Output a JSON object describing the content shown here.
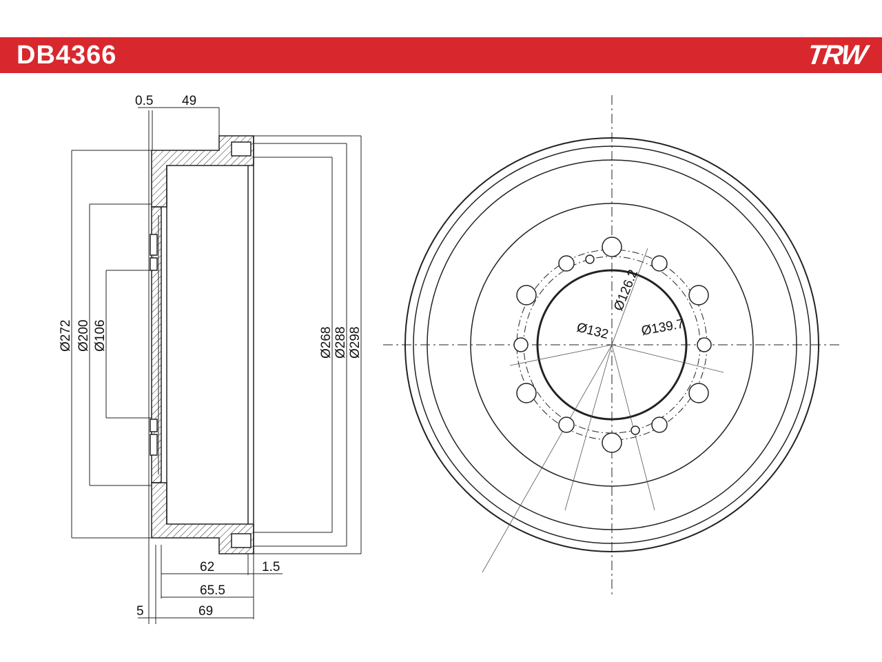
{
  "header": {
    "part_number": "DB4366",
    "brand": "TRW",
    "background_color": "#d9272e",
    "text_color": "#ffffff"
  },
  "side_view": {
    "dimensions": {
      "offset_top_a": "0.5",
      "depth_top": "49",
      "dia_272": "Ø272",
      "dia_200": "Ø200",
      "dia_106": "Ø106",
      "dia_268": "Ø268",
      "dia_288": "Ø288",
      "dia_298": "Ø298",
      "depth_62": "62",
      "rim_1_5": "1.5",
      "depth_65_5": "65.5",
      "flange_5": "5",
      "depth_69": "69"
    }
  },
  "front_view": {
    "dimensions": {
      "bore_132": "Ø132",
      "pcd_126_2": "Ø126.2",
      "pcd_139_7": "Ø139.7"
    }
  }
}
